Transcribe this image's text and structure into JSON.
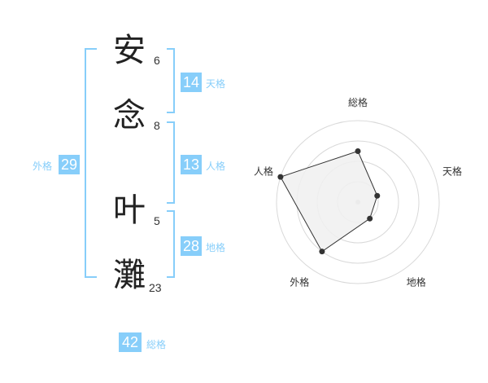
{
  "colors": {
    "accent": "#87cefa",
    "text": "#222222",
    "radar_fill": "#f0f0f0",
    "radar_grid": "#d9d9d9",
    "radar_line": "#333333"
  },
  "characters": [
    {
      "char": "安",
      "strokes": "6"
    },
    {
      "char": "念",
      "strokes": "8"
    },
    {
      "char": "叶",
      "strokes": "5"
    },
    {
      "char": "灘",
      "strokes": "23"
    }
  ],
  "kaku": {
    "tenkaku": {
      "value": "14",
      "label": "天格"
    },
    "jinkaku": {
      "value": "13",
      "label": "人格"
    },
    "chikaku": {
      "value": "28",
      "label": "地格"
    },
    "gaikaku": {
      "value": "29",
      "label": "外格"
    },
    "soukaku": {
      "value": "42",
      "label": "総格"
    }
  },
  "chart_data": {
    "type": "radar",
    "axes": [
      "総格",
      "天格",
      "地格",
      "外格",
      "人格"
    ],
    "values": [
      2.5,
      1.0,
      1.0,
      3.0,
      4.0
    ],
    "range": [
      0,
      4
    ],
    "rings": 4
  }
}
